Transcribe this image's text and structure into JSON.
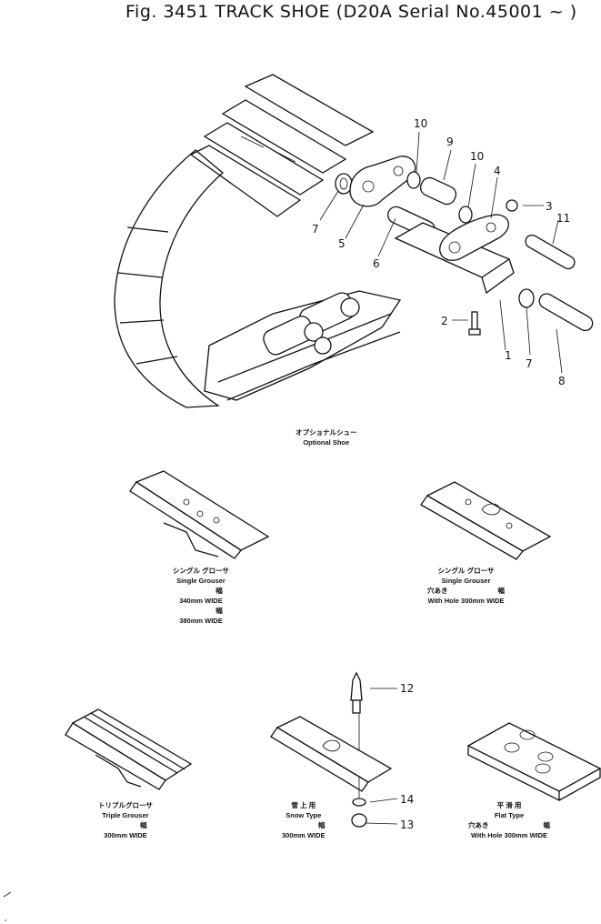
{
  "title": "Fig. 3451  TRACK SHOE (D20A Serial No.45001 ~ )",
  "callouts": {
    "c1": "1",
    "c2": "2",
    "c3": "3",
    "c4": "4",
    "c5": "5",
    "c6": "6",
    "c7a": "7",
    "c7b": "7",
    "c8": "8",
    "c9": "9",
    "c10a": "10",
    "c10b": "10",
    "c11": "11",
    "c12": "12",
    "c13": "13",
    "c14": "14"
  },
  "captions": {
    "optional": {
      "jp": "オプショナルシュー",
      "en": "Optional Shoe"
    },
    "single_a": {
      "jp": "シングル グローサ",
      "en": "Single Grouser",
      "w1_jp": "幅",
      "w1": "340mm WIDE",
      "w2_jp": "幅",
      "w2": "380mm WIDE"
    },
    "single_b": {
      "jp": "シングル グローサ",
      "en": "Single Grouser",
      "hole_jp": "穴あき",
      "w_jp": "幅",
      "w": "With Hole 300mm WIDE"
    },
    "triple": {
      "jp": "トリプルグローサ",
      "en": "Triple Grouser",
      "w_jp": "幅",
      "w": "300mm WIDE"
    },
    "snow": {
      "jp": "雪 上 用",
      "en": "Snow Type",
      "w_jp": "幅",
      "w": "300mm WIDE"
    },
    "flat": {
      "jp": "平 滑 用",
      "en": "Flat Type",
      "hole_jp": "穴あき",
      "w_jp": "幅",
      "w": "With Hole 300mm WIDE"
    }
  }
}
